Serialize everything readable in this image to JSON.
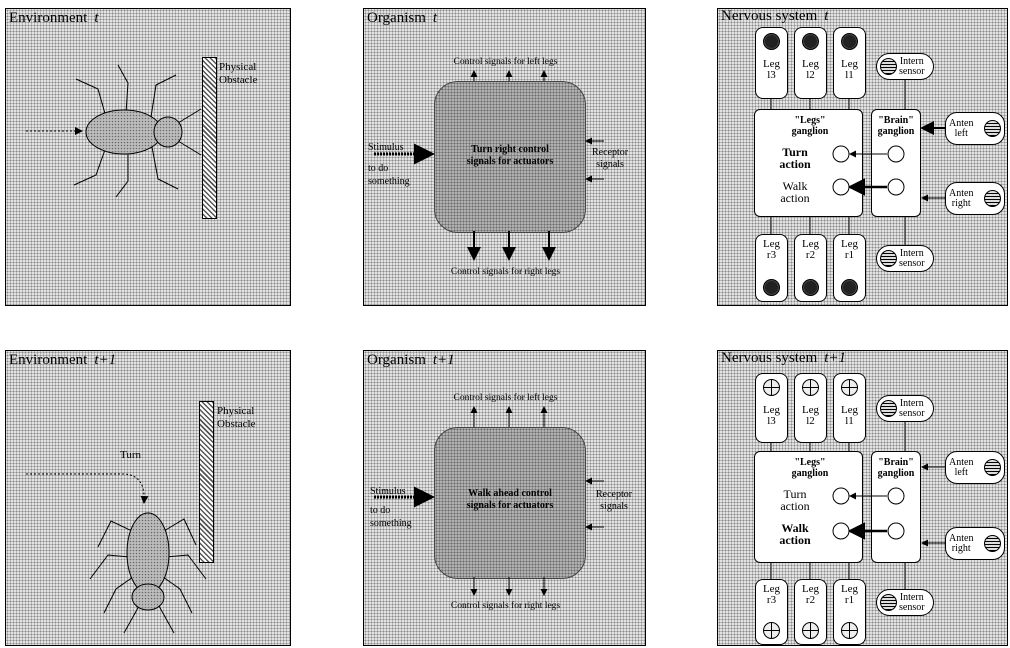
{
  "environment_t": {
    "title": "Environment",
    "time": "t",
    "obstacle_line1": "Physical",
    "obstacle_line2": "Obstacle"
  },
  "environment_t1": {
    "title": "Environment",
    "time": "t+1",
    "obstacle_line1": "Physical",
    "obstacle_line2": "Obstacle",
    "turn_label": "Turn"
  },
  "organism_t": {
    "title": "Organism",
    "time": "t",
    "top_label": "Control signals for left legs",
    "bottom_label": "Control signals for right legs",
    "stimulus_line1": "Stimulus",
    "stimulus_line2": "to do",
    "stimulus_line3": "something",
    "receptor_line1": "Receptor",
    "receptor_line2": "signals",
    "center_line1": "Turn right control",
    "center_line2": "signals for actuators"
  },
  "organism_t1": {
    "title": "Organism",
    "time": "t+1",
    "top_label": "Control signals for left legs",
    "bottom_label": "Control signals for right legs",
    "stimulus_line1": "Stimulus",
    "stimulus_line2": "to do",
    "stimulus_line3": "something",
    "receptor_line1": "Receptor",
    "receptor_line2": "signals",
    "center_line1": "Walk ahead control",
    "center_line2": "signals for actuators"
  },
  "nervous_t": {
    "title": "Nervous system",
    "time": "t",
    "legs_top": [
      {
        "l1": "Leg",
        "l2": "l3"
      },
      {
        "l1": "Leg",
        "l2": "l2"
      },
      {
        "l1": "Leg",
        "l2": "l1"
      }
    ],
    "legs_bottom": [
      {
        "l1": "Leg",
        "l2": "r3"
      },
      {
        "l1": "Leg",
        "l2": "r2"
      },
      {
        "l1": "Leg",
        "l2": "r1"
      }
    ],
    "legs_ganglion_line1": "\"Legs\"",
    "legs_ganglion_line2": "ganglion",
    "brain_ganglion_line1": "\"Brain\"",
    "brain_ganglion_line2": "ganglion",
    "turn_line1": "Turn",
    "turn_line2": "action",
    "walk_line1": "Walk",
    "walk_line2": "action",
    "intern_line1": "Intern",
    "intern_line2": "sensor",
    "anten_left_line1": "Anten",
    "anten_left_line2": "left",
    "anten_right_line1": "Anten",
    "anten_right_line2": "right",
    "active_action": "turn",
    "legs_active": true
  },
  "nervous_t1": {
    "title": "Nervous system",
    "time": "t+1",
    "legs_top": [
      {
        "l1": "Leg",
        "l2": "l3"
      },
      {
        "l1": "Leg",
        "l2": "l2"
      },
      {
        "l1": "Leg",
        "l2": "l1"
      }
    ],
    "legs_bottom": [
      {
        "l1": "Leg",
        "l2": "r3"
      },
      {
        "l1": "Leg",
        "l2": "r2"
      },
      {
        "l1": "Leg",
        "l2": "r1"
      }
    ],
    "legs_ganglion_line1": "\"Legs\"",
    "legs_ganglion_line2": "ganglion",
    "brain_ganglion_line1": "\"Brain\"",
    "brain_ganglion_line2": "ganglion",
    "turn_line1": "Turn",
    "turn_line2": "action",
    "walk_line1": "Walk",
    "walk_line2": "action",
    "intern_line1": "Intern",
    "intern_line2": "sensor",
    "anten_left_line1": "Anten",
    "anten_left_line2": "left",
    "anten_right_line1": "Anten",
    "anten_right_line2": "right",
    "active_action": "walk",
    "legs_active": false
  }
}
